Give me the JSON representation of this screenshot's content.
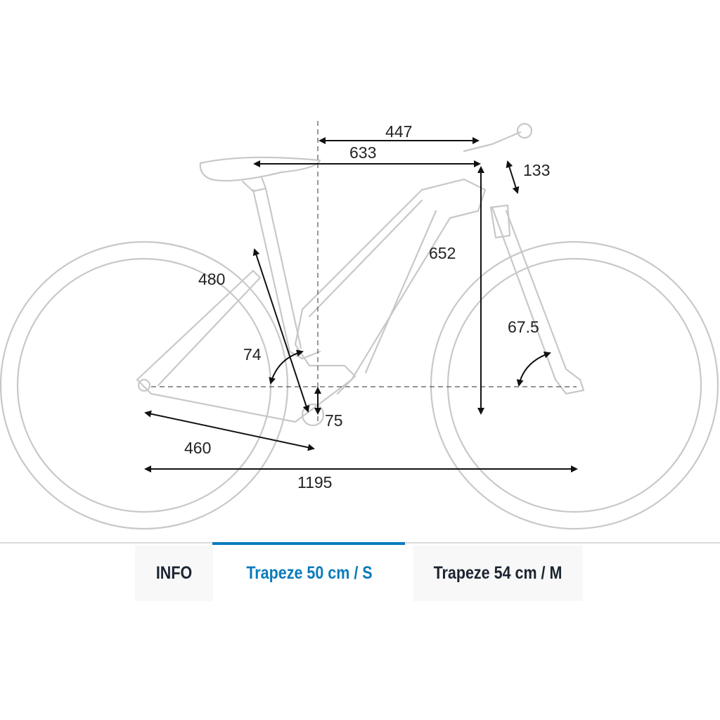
{
  "geometry": {
    "reach": "447",
    "top_tube": "633",
    "head_tube": "133",
    "stack": "652",
    "seat_tube": "480",
    "seat_angle": "74",
    "head_angle": "67.5",
    "bb_drop": "75",
    "chainstay": "460",
    "wheelbase": "1195"
  },
  "tabs": [
    {
      "label": "INFO",
      "active": false
    },
    {
      "label": "Trapeze 50 cm / S",
      "active": true
    },
    {
      "label": "Trapeze 54 cm / M",
      "active": false
    }
  ],
  "colors": {
    "accent": "#0a7bbd",
    "text": "#1b2430",
    "frame_line": "#c8c8c8"
  }
}
